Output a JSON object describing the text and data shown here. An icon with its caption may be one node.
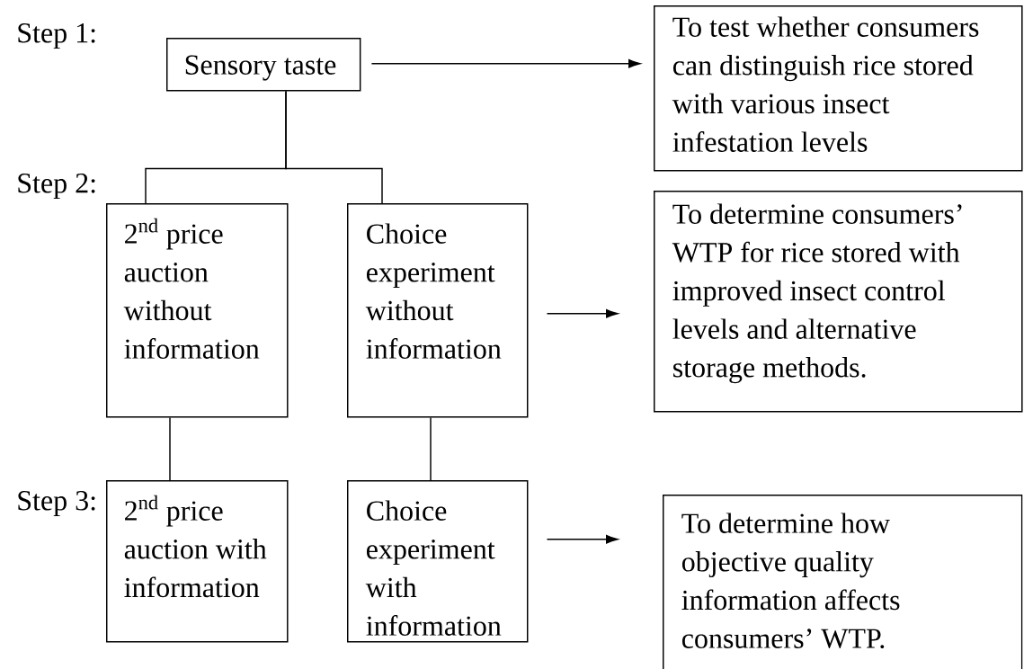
{
  "diagram": {
    "nodes": [
      {
        "text": [
          "Sensory taste"
        ]
      },
      {
        "text": [
          "\\text{2}^{\\text{nd}}",
          "price auction without information"
        ]
      },
      {
        "text": [
          "Choice experiment without information"
        ]
      },
      {
        "text": [
          "\\text{2}^{\\text{nd}}",
          "price auction with information"
        ]
      },
      {
        "text": [
          "Choice experiment with information"
        ]
      },
      {
        "text": [
          "To test whether consumers can distinguish rice stored with various insect infestation levels"
        ]
      },
      {
        "text": [
          "To determine consumers’ WTP for rice stored with improved insect control levels and alternative storage methods."
        ]
      },
      {
        "text": [
          "To determine how objective quality information affects consumers’ WTP."
        ]
      }
    ],
    "edges": [
      {
        "from": 0,
        "to": 1,
        "arrow": "none"
      },
      {
        "from": 0,
        "to": 2,
        "arrow": "none"
      },
      {
        "from": 1,
        "to": 3,
        "arrow": "none"
      },
      {
        "from": 2,
        "to": 4,
        "arrow": "none"
      },
      {
        "from": 0,
        "to": 5,
        "arrow": "to"
      },
      {
        "from": 2,
        "to": 6,
        "arrow": "to"
      },
      {
        "from": 4,
        "to": 7,
        "arrow": "to"
      }
    ],
    "labels": [
      "Step 1:",
      "Step 2:",
      "Step 3:"
    ]
  }
}
